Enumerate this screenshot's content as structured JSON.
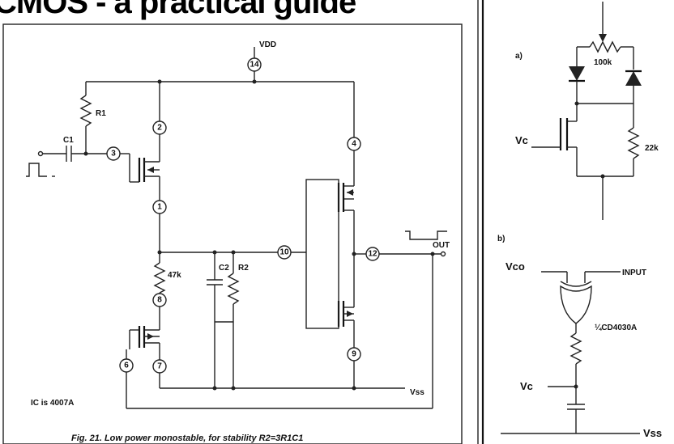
{
  "header": {
    "title": "CMOS - a practical guide"
  },
  "figure21": {
    "caption": "Fig. 21. Low power monostable, for stability R2=3R1C1",
    "ic_note": "IC is 4007A",
    "labels": {
      "vdd": "VDD",
      "vss": "Vss",
      "out": "OUT",
      "r1": "R1",
      "c1": "C1",
      "c2": "C2",
      "r2": "R2",
      "r47k": "47k"
    },
    "pins": [
      "14",
      "2",
      "3",
      "1",
      "8",
      "6",
      "7",
      "4",
      "10",
      "12",
      "9"
    ]
  },
  "panel_a": {
    "label": "a)",
    "pot": "100k",
    "resistor": "22k",
    "vc": "Vc"
  },
  "panel_b": {
    "label": "b)",
    "vco": "Vco",
    "input": "INPUT",
    "gate": "¼CD4030A",
    "vc": "Vc",
    "vss": "Vss"
  }
}
